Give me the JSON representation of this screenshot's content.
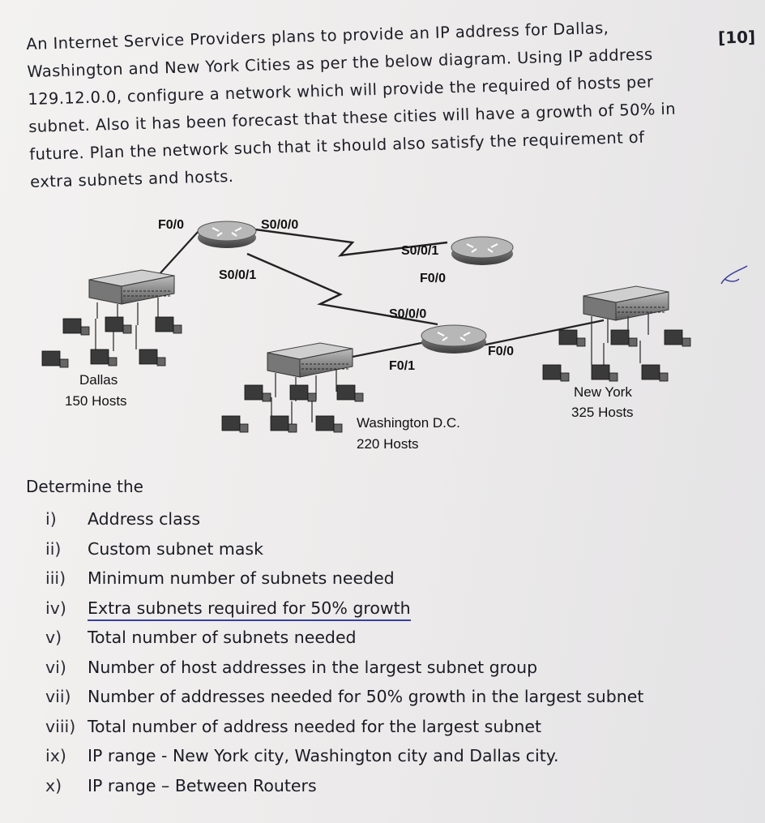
{
  "question": {
    "intro_lines": [
      "An Internet Service Providers plans to provide an IP address for Dallas,",
      "Washington and New York Cities as per the below diagram. Using IP address",
      "129.12.0.0, configure a network which will provide the required of hosts per",
      "subnet. Also it has been forecast that these cities will have a growth of 50% in",
      "future. Plan the network such that it should also satisfy the requirement of",
      "extra subnets and hosts."
    ],
    "marks": "[10]"
  },
  "diagram": {
    "labels": {
      "top_f0_0": "F0/0",
      "top_s0_0_0": "S0/0/0",
      "top_s0_0_1": "S0/0/1",
      "right_s0_0_1": "S0/0/1",
      "right_f0_0": "F0/0",
      "wash_s0_0_0": "S0/0/0",
      "wash_f0_0": "F0/0",
      "wash_f0_1": "F0/1"
    },
    "cities": {
      "dallas_name": "Dallas",
      "dallas_hosts": "150 Hosts",
      "washington_name": "Washington D.C.",
      "washington_hosts": "220 Hosts",
      "newyork_name": "New York",
      "newyork_hosts": "325 Hosts"
    }
  },
  "tasks": {
    "heading": "Determine the",
    "items": [
      {
        "num": "i)",
        "text": "Address class"
      },
      {
        "num": "ii)",
        "text": "Custom subnet mask"
      },
      {
        "num": "iii)",
        "text": "Minimum number of subnets needed"
      },
      {
        "num": "iv)",
        "text": "Extra subnets required for 50% growth"
      },
      {
        "num": "v)",
        "text": "Total number of subnets needed"
      },
      {
        "num": "vi)",
        "text": "Number of host addresses in the largest subnet group"
      },
      {
        "num": "vii)",
        "text": "Number of addresses needed for 50% growth in the largest subnet"
      },
      {
        "num": "viii)",
        "text": "Total number of address needed for the largest subnet"
      },
      {
        "num": "ix)",
        "text": "IP range - New York city, Washington city and Dallas city."
      },
      {
        "num": "x)",
        "text": "IP range – Between Routers"
      }
    ]
  }
}
